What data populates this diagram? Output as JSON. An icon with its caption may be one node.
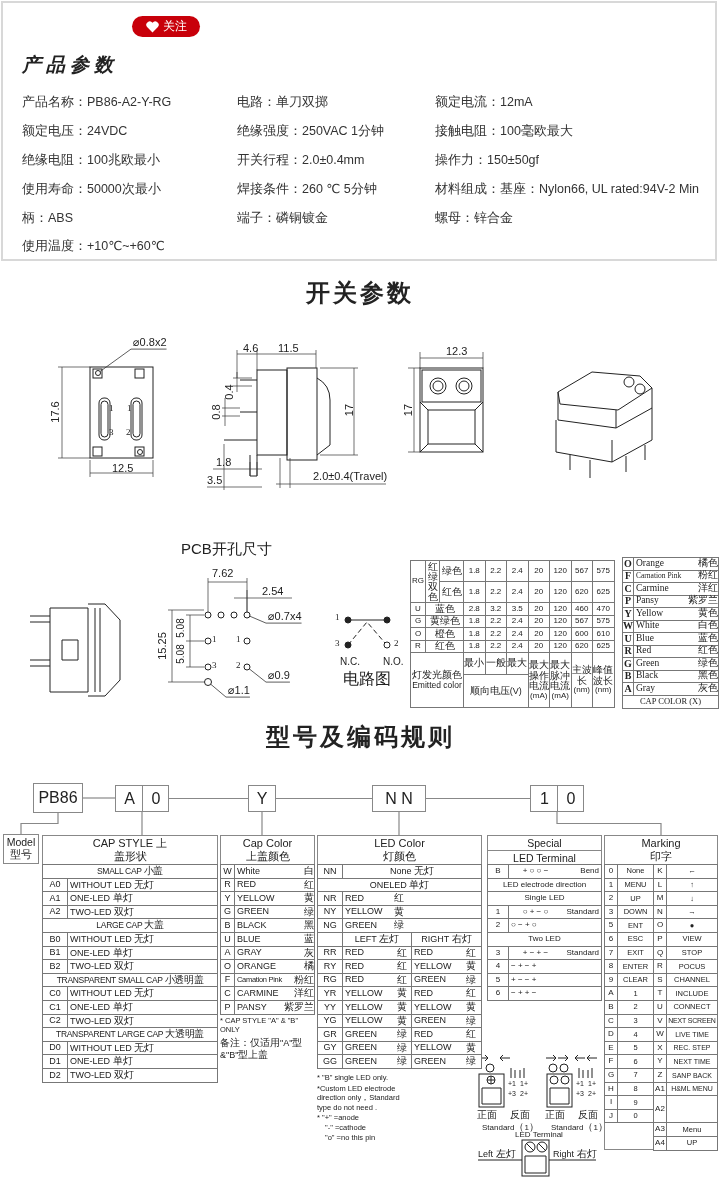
{
  "diagram": {
    "nodes": [
      {
        "text": [
          "PB86"
        ]
      },
      {
        "text": [
          "A",
          "0"
        ]
      },
      {
        "text": [
          "Y"
        ]
      },
      {
        "text": [
          "N N"
        ]
      },
      {
        "text": [
          "1",
          "0"
        ]
      },
      {
        "text": [
          "Model 型号"
        ]
      },
      {
        "text": [
          "CAP STYLE 上盖形状"
        ]
      },
      {
        "text": [
          "Cap Color 上盖颜色"
        ]
      },
      {
        "text": [
          "LED Color 灯颜色"
        ]
      },
      {
        "text": [
          "Special",
          "LED Terminal"
        ]
      },
      {
        "text": [
          "Marking 印字"
        ]
      },
      {
        "text": [
          "⌀0.8x2"
        ]
      },
      {
        "text": [],
        "shape": "circle"
      },
      {
        "text": [
          "⌀0.7x4"
        ]
      },
      {
        "text": [],
        "shape": "circle"
      },
      {
        "text": [
          "⌀0.9"
        ]
      },
      {
        "text": [],
        "shape": "circle"
      },
      {
        "text": [
          "⌀1.1"
        ]
      },
      {
        "text": [],
        "shape": "circle"
      }
    ],
    "edges": [
      {
        "from": 0,
        "to": 1,
        "arrow": "none"
      },
      {
        "from": 1,
        "to": 2,
        "arrow": "none"
      },
      {
        "from": 2,
        "to": 3,
        "arrow": "none"
      },
      {
        "from": 3,
        "to": 4,
        "arrow": "none"
      },
      {
        "from": 0,
        "to": 5,
        "arrow": "none"
      },
      {
        "from": 1,
        "to": 6,
        "arrow": "none"
      },
      {
        "from": 2,
        "to": 7,
        "arrow": "none"
      },
      {
        "from": 3,
        "to": 8,
        "arrow": "none"
      },
      {
        "from": 4,
        "to": 10,
        "arrow": "none"
      },
      {
        "from": 11,
        "to": 12,
        "arrow": "none"
      },
      {
        "from": 13,
        "to": 14,
        "arrow": "none"
      },
      {
        "from": 15,
        "to": 16,
        "arrow": "none"
      },
      {
        "from": 17,
        "to": 18,
        "arrow": "none"
      }
    ],
    "labels": [
      "关注",
      "产品参数",
      "产品名称：PB86-A2-Y-RG",
      "电路：单刀双掷",
      "额定电流：12mA",
      "额定电压：24VDC",
      "绝缘强度：250VAC 1分钟",
      "接触电阻：100毫欧最大",
      "绝缘电阻：100兆欧最小",
      "开关行程：2.0±0.4mm",
      "操作力：150±50gf",
      "使用寿命：50000次最小",
      "焊接条件：260 ℃ 5分钟",
      "材料组成：基座：Nylon66, UL rated:94V-2 Min",
      "柄：ABS",
      "端子：磷铜镀金",
      "螺母：锌合金",
      "使用温度：+10℃~+60℃",
      "开关参数",
      "17.6",
      "1",
      "1",
      "3",
      "2",
      "12.5",
      "4.6",
      "11.5",
      "0.4",
      "0.8",
      "17",
      "1.8",
      "3.5",
      "2.0±0.4(Travel)",
      "12.3",
      "17",
      "PCB开孔尺寸",
      "7.62",
      "2.54",
      "15.25",
      "5.08",
      "1",
      "1",
      "5.08",
      "3",
      "2",
      "1",
      "3",
      "2",
      "N.C.",
      "N.O.",
      "电路图",
      "RG",
      "红绿双色",
      "绿色",
      "1.8",
      "2.2",
      "2.4",
      "20",
      "120",
      "567",
      "575",
      "红色",
      "1.8",
      "2.2",
      "2.4",
      "20",
      "120",
      "620",
      "625",
      "U",
      "蓝色",
      "2.8",
      "3.2",
      "3.5",
      "20",
      "120",
      "460",
      "470",
      "G",
      "黄绿色",
      "1.8",
      "2.2",
      "2.4",
      "20",
      "120",
      "567",
      "575",
      "O",
      "橙色",
      "1.8",
      "2.2",
      "2.4",
      "20",
      "120",
      "600",
      "610",
      "R",
      "红色",
      "1.8",
      "2.2",
      "2.4",
      "20",
      "120",
      "620",
      "625",
      "灯发光颜色 Emitted color",
      "最小",
      "一般",
      "最大",
      "顺向电压(V)",
      "最大操作电流(mA)",
      "最大脉冲电流(mA)",
      "主波长(nm)",
      "峰值波长(nm)",
      "O",
      "Orange",
      "橘色",
      "F",
      "Carnation Pink",
      "粉红",
      "C",
      "Carmine",
      "洋红",
      "P",
      "Pansy",
      "紫罗兰",
      "Y",
      "Yellow",
      "黄色",
      "W",
      "White",
      "白色",
      "U",
      "Blue",
      "蓝色",
      "R",
      "Red",
      "红色",
      "G",
      "Green",
      "绿色",
      "B",
      "Black",
      "黑色",
      "A",
      "Gray",
      "灰色",
      "CAP COLOR (X)",
      "型号及编码规则",
      "SMALL CAP 小盖",
      "A0",
      "WITHOUT LED 无灯",
      "A1",
      "ONE-LED 单灯",
      "A2",
      "TWO-LED 双灯",
      "LARGE CAP 大盖",
      "B0",
      "WITHOUT LED 无灯",
      "B1",
      "ONE-LED 单灯",
      "B2",
      "TWO-LED 双灯",
      "TRANSPARENT SMALL CAP 小透明盖",
      "C0",
      "WITHOUT LED 无灯",
      "C1",
      "ONE-LED 单灯",
      "C2",
      "TWO-LED 双灯",
      "TRANSPARENT LARGE CAP 大透明盖",
      "D0",
      "WITHOUT LED 无灯",
      "D1",
      "ONE-LED 单灯",
      "D2",
      "TWO-LED 双灯",
      "W",
      "White",
      "白",
      "R",
      "RED",
      "红",
      "Y",
      "YELLOW",
      "黄",
      "G",
      "GREEN",
      "绿",
      "B",
      "BLACK",
      "黑",
      "U",
      "BLUE",
      "蓝",
      "A",
      "GRAY",
      "灰",
      "O",
      "ORANGE",
      "橘",
      "F",
      "Camation Pink",
      "粉红",
      "C",
      "CARMINE",
      "洋红",
      "P",
      "PANSY",
      "紫罗兰",
      "* CAP STYLE \"A\" & \"B\" ONLY",
      "备注：仅适用\"A\"型&\"B\"型上盖",
      "NN",
      "None 无灯",
      "ONELED 单灯",
      "NR",
      "RED",
      "红",
      "NY",
      "YELLOW",
      "黄",
      "NG",
      "GREEN",
      "绿",
      "LEFT 左灯",
      "RIGHT 右灯",
      "RR",
      "RED",
      "红",
      "RED",
      "红",
      "RY",
      "RED",
      "红",
      "YELLOW",
      "黄",
      "RG",
      "RED",
      "红",
      "GREEN",
      "绿",
      "YR",
      "YELLOW",
      "黄",
      "RED",
      "红",
      "YY",
      "YELLOW",
      "黄",
      "YELLOW",
      "黄",
      "YG",
      "YELLOW",
      "黄",
      "GREEN",
      "绿",
      "GR",
      "GREEN",
      "绿",
      "RED",
      "红",
      "GY",
      "GREEN",
      "绿",
      "YELLOW",
      "黄",
      "GG",
      "GREEN",
      "绿",
      "GREEN",
      "绿",
      "* \"B\" single LED only.",
      "*Custom LED electrode direction only，Standard type do not need .",
      "* \"+\" =anode",
      "\"-\" =cathode",
      "\"o\" =no this pin",
      "B",
      "+ ○ ○ −",
      "Bend",
      "LED electrode direction",
      "Single LED",
      "1",
      "○ + − ○",
      "Standard",
      "2",
      "○ − + ○",
      "Two LED",
      "3",
      "+ − + −",
      "Standard",
      "4",
      "− + − +",
      "5",
      "+ − − +",
      "6",
      "− + + −",
      "+1",
      "1+",
      "+3",
      "2+",
      "正面",
      "反面",
      "Standard（1）",
      "+1",
      "1+",
      "+3",
      "2+",
      "正面",
      "反面",
      "Standard（1）",
      "LED Terminal",
      "Left 左灯",
      "Right 右灯",
      "0",
      "None",
      "K",
      "←",
      "1",
      "MENU",
      "L",
      "↑",
      "2",
      "UP",
      "M",
      "↓",
      "3",
      "DOWN",
      "N",
      "→",
      "5",
      "ENT",
      "O",
      "●",
      "6",
      "ESC",
      "P",
      "VIEW",
      "7",
      "EXIT",
      "Q",
      "STOP",
      "8",
      "ENTER",
      "R",
      "POCUS",
      "9",
      "CLEAR",
      "S",
      "CHANNEL",
      "A",
      "1",
      "T",
      "INCLUDE",
      "B",
      "2",
      "U",
      "CONNECT",
      "C",
      "3",
      "V",
      "NEXT SCREEN",
      "D",
      "4",
      "W",
      "LIVE TIME",
      "E",
      "5",
      "X",
      "REC. STEP",
      "F",
      "6",
      "Y",
      "NEXT TIME",
      "G",
      "7",
      "Z",
      "SANP BACK",
      "H",
      "8",
      "A1",
      "H&ML MENU",
      "I",
      "9",
      "A2",
      "J",
      "0",
      "A3",
      "Menu",
      "A4",
      "UP"
    ]
  }
}
